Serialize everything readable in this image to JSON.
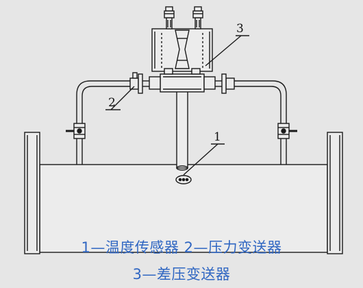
{
  "callouts": {
    "temp_sensor": "1",
    "pressure_transmitter": "2",
    "diff_pressure_transmitter": "3"
  },
  "caption": {
    "line1": "1—温度传感器 2—压力变送器",
    "line2": "3—差压变送器"
  },
  "colors": {
    "background": "#e6e6e6",
    "line": "#1a1a1a",
    "caption": "#2f66c2"
  }
}
